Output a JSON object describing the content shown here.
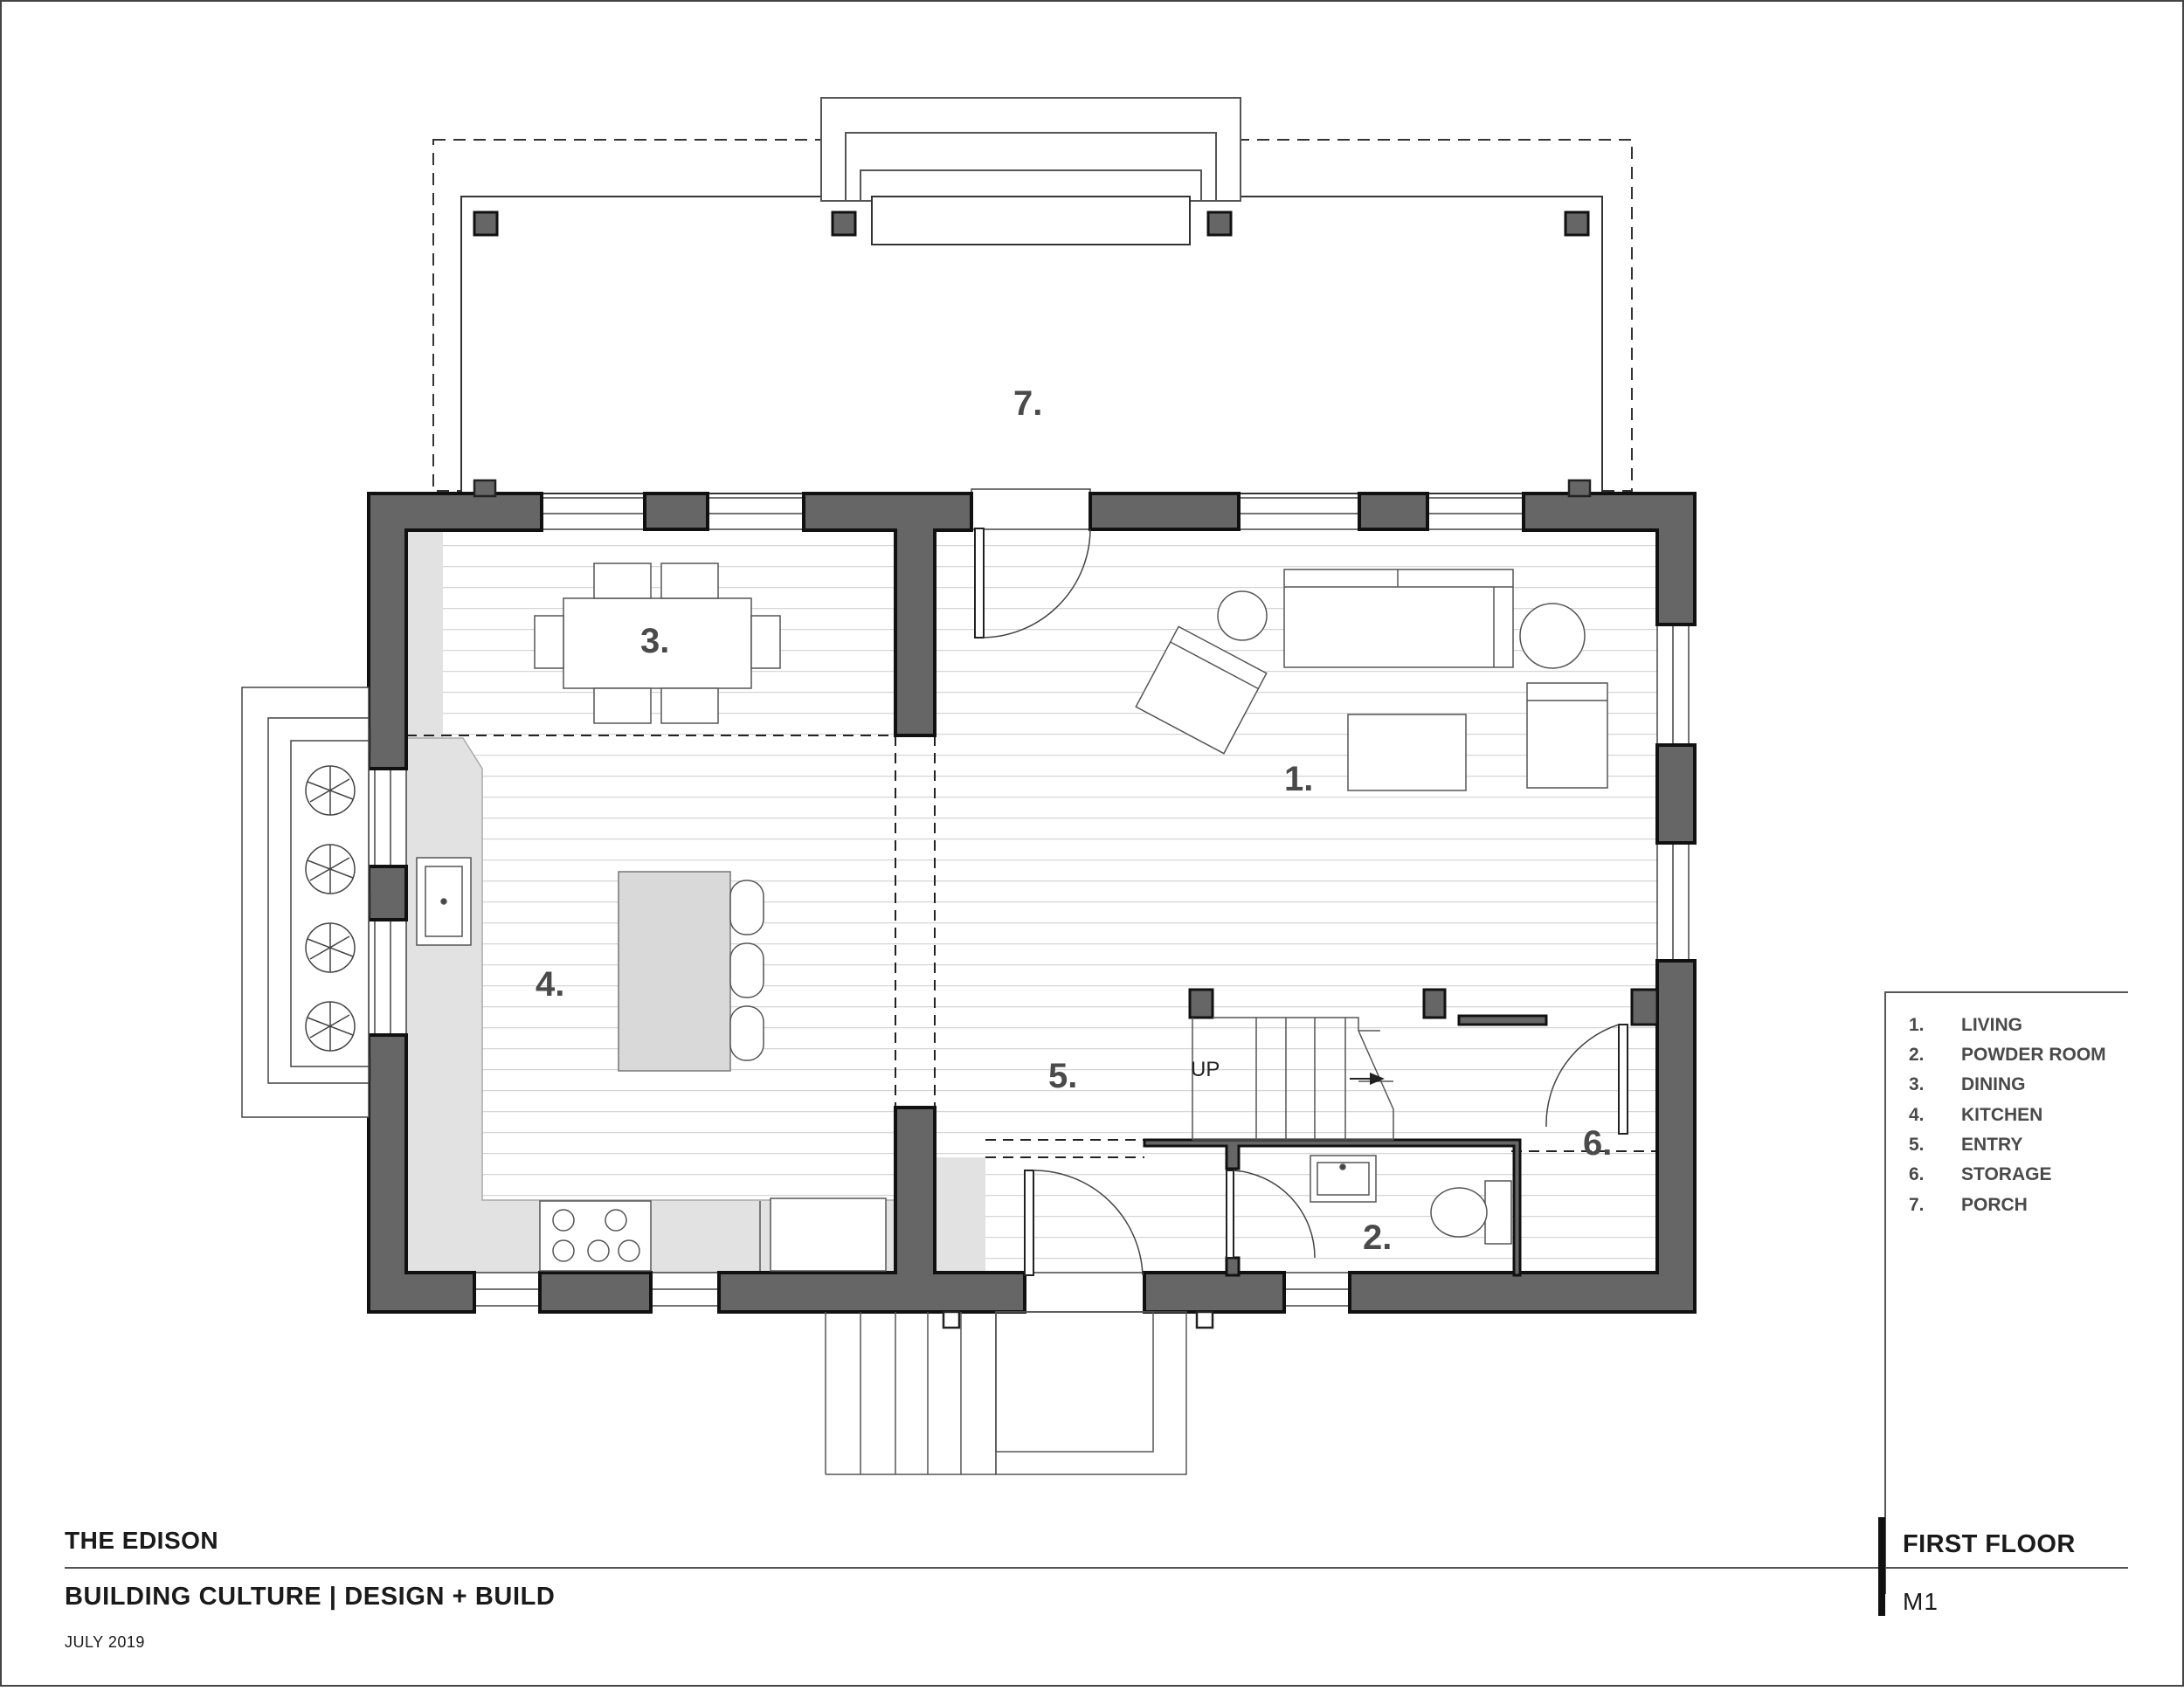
{
  "title_block": {
    "project": "THE EDISON",
    "company": "BUILDING CULTURE | DESIGN + BUILD",
    "date": "JULY 2019",
    "sheet_title": "FIRST FLOOR",
    "sheet_number": "M1"
  },
  "legend": [
    {
      "num": "1.",
      "name": "LIVING"
    },
    {
      "num": "2.",
      "name": "POWDER ROOM"
    },
    {
      "num": "3.",
      "name": "DINING"
    },
    {
      "num": "4.",
      "name": "KITCHEN"
    },
    {
      "num": "5.",
      "name": "ENTRY"
    },
    {
      "num": "6.",
      "name": "STORAGE"
    },
    {
      "num": "7.",
      "name": "PORCH"
    }
  ],
  "room_labels": {
    "living": "1.",
    "powder_room": "2.",
    "dining": "3.",
    "kitchen": "4.",
    "entry": "5.",
    "storage": "6.",
    "porch": "7."
  },
  "stair_label": "UP",
  "colors": {
    "wall": "#666666",
    "wall_outline": "#111111",
    "counter": "#e2e2e2",
    "island": "#d9d9d9",
    "floor_line": "#d6d6d6",
    "label": "#4a4a4a"
  }
}
